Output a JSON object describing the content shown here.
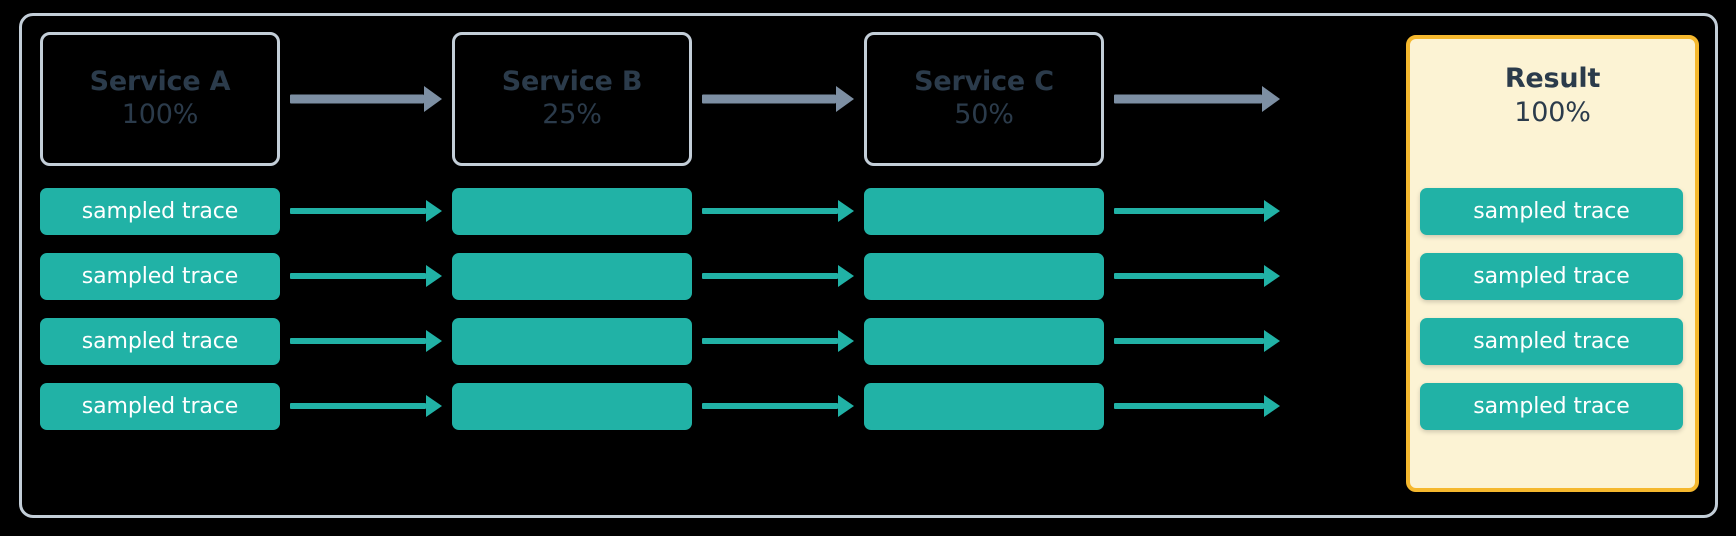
{
  "diagram": {
    "title_text": "",
    "colors": {
      "background": "#000000",
      "frame_border": "#c3ced8",
      "service_border": "#c3ced8",
      "service_text": "#2b3b4b",
      "trace_fill": "#21b2a6",
      "trace_text": "#ffffff",
      "result_border": "#f5b82e",
      "result_fill": "#fcf3d4",
      "arrow_grey": "#7d8fa3",
      "arrow_teal": "#21b2a6"
    },
    "columns": [
      {
        "id": "service-a",
        "name": "Service A",
        "percent": "100%",
        "highlighted": false
      },
      {
        "id": "service-b",
        "name": "Service B",
        "percent": "25%",
        "highlighted": false
      },
      {
        "id": "service-c",
        "name": "Service C",
        "percent": "50%",
        "highlighted": false
      },
      {
        "id": "result",
        "name": "Result",
        "percent": "100%",
        "highlighted": true
      }
    ],
    "trace_label": "sampled trace",
    "trace_rows": [
      {
        "row": 1,
        "service_a": "sampled trace",
        "service_b": "",
        "service_c": "",
        "result": "sampled trace"
      },
      {
        "row": 2,
        "service_a": "sampled trace",
        "service_b": "",
        "service_c": "",
        "result": "sampled trace"
      },
      {
        "row": 3,
        "service_a": "sampled trace",
        "service_b": "",
        "service_c": "",
        "result": "sampled trace"
      },
      {
        "row": 4,
        "service_a": "sampled trace",
        "service_b": "",
        "service_c": "",
        "result": "sampled trace"
      }
    ]
  }
}
